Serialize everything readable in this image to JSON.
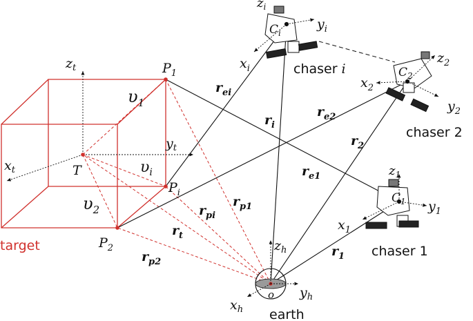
{
  "colors": {
    "target": "#d0302c",
    "line": "#111111",
    "dashed_red": "#d0302c"
  },
  "labels": {
    "target": "target",
    "earth": "earth",
    "chaser_1": "chaser 1",
    "chaser_2": "chaser 2",
    "chaser_i_word": "chaser",
    "chaser_i_index": "i",
    "T": "T",
    "o": "o",
    "P": "P",
    "C": "C",
    "r": "r",
    "upsilon": "υ"
  },
  "subscripts": {
    "one": "1",
    "two": "2",
    "i": "i",
    "t": "t",
    "h": "h",
    "e1": "e1",
    "e2": "e2",
    "ei": "ei",
    "p1": "p1",
    "p2": "p2",
    "pi": "pi"
  },
  "axes": {
    "x": "x",
    "y": "y",
    "z": "z"
  }
}
